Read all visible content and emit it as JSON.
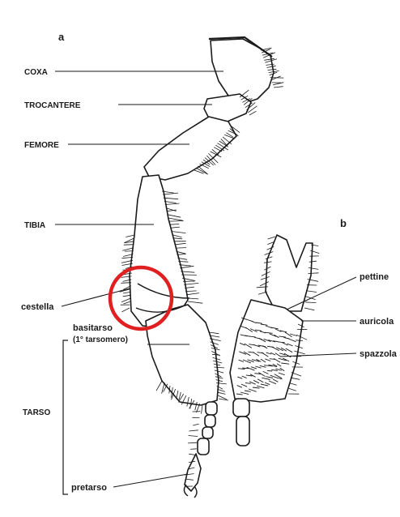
{
  "figure": {
    "panel_a": "a",
    "panel_b": "b",
    "labels": {
      "coxa": "COXA",
      "trocantere": "TROCANTERE",
      "femore": "FEMORE",
      "tibia": "TIBIA",
      "cestella": "cestella",
      "basitarso_line1": "basitarso",
      "basitarso_line2": "(1° tarsomero)",
      "tarso": "TARSO",
      "pretarso": "pretarso",
      "pettine": "pettine",
      "auricola": "auricola",
      "spazzola": "spazzola"
    },
    "highlight_color": "#e02020",
    "ink_color": "#1a1a1a"
  }
}
